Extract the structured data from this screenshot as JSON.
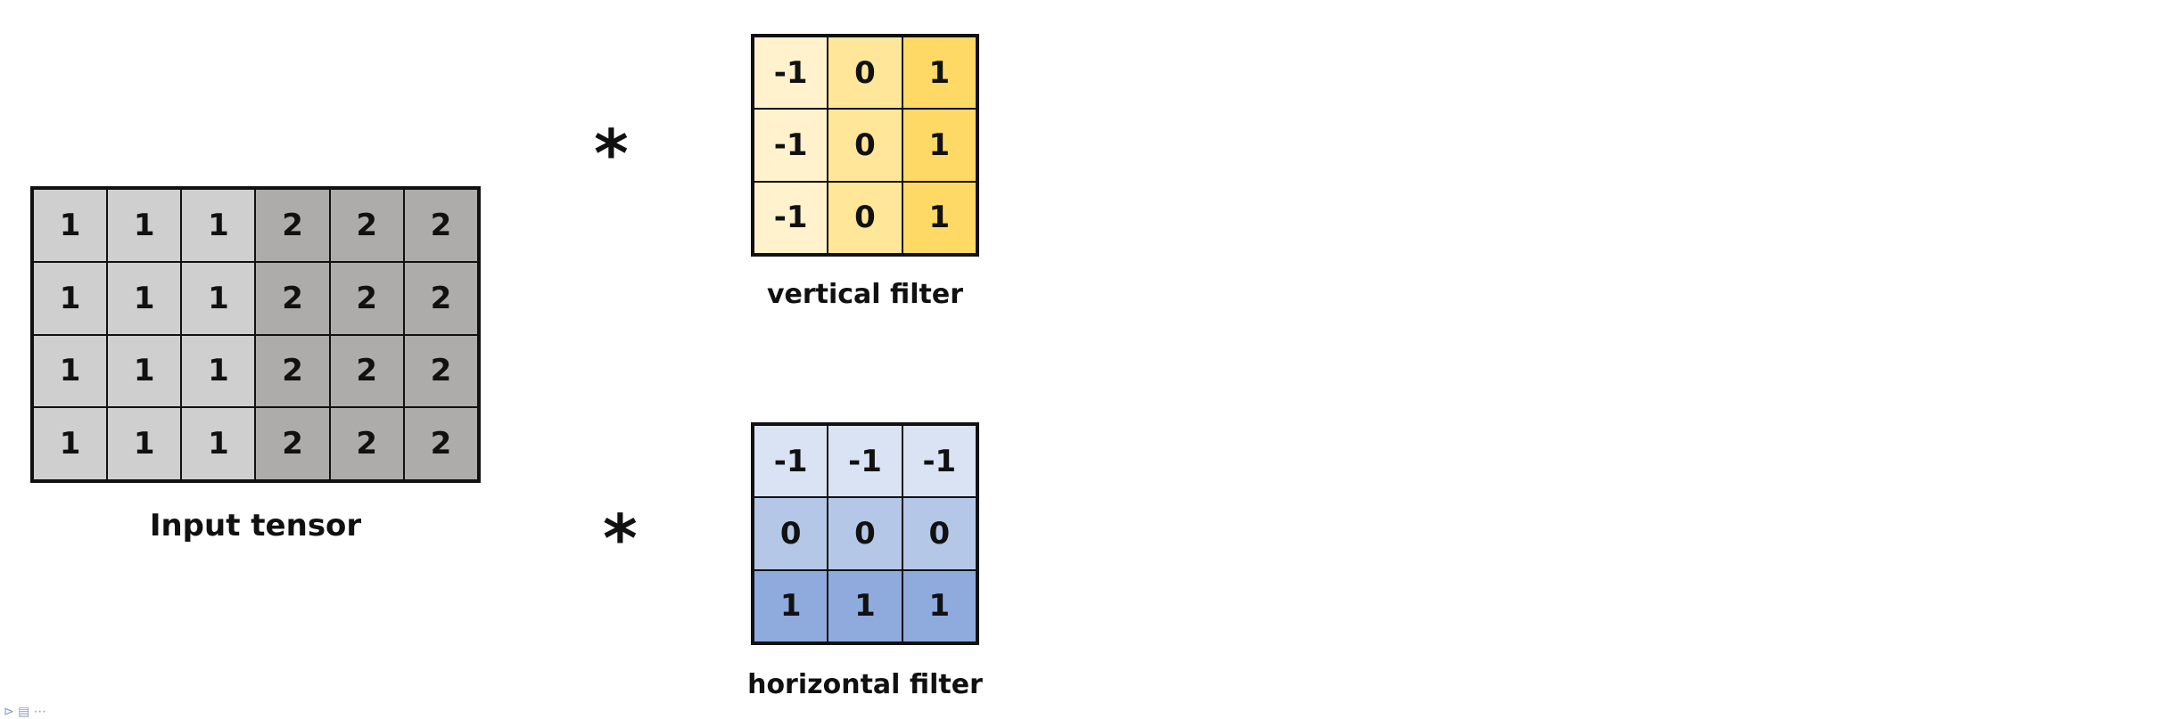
{
  "input_tensor": {
    "caption": "Input tensor",
    "rows": [
      [
        "1",
        "1",
        "1",
        "2",
        "2",
        "2"
      ],
      [
        "1",
        "1",
        "1",
        "2",
        "2",
        "2"
      ],
      [
        "1",
        "1",
        "1",
        "2",
        "2",
        "2"
      ],
      [
        "1",
        "1",
        "1",
        "2",
        "2",
        "2"
      ]
    ],
    "colors": {
      "1": "#d0cfcf",
      "2": "#aeacab"
    }
  },
  "vertical_filter": {
    "caption": "vertical filter",
    "operator": "*",
    "rows": [
      [
        "-1",
        "0",
        "1"
      ],
      [
        "-1",
        "0",
        "1"
      ],
      [
        "-1",
        "0",
        "1"
      ]
    ],
    "column_colors": [
      "#fff2cc",
      "#ffe699",
      "#ffd966"
    ]
  },
  "horizontal_filter": {
    "caption": "horizontal filter",
    "operator": "*",
    "rows": [
      [
        "-1",
        "-1",
        "-1"
      ],
      [
        "0",
        "0",
        "0"
      ],
      [
        "1",
        "1",
        "1"
      ]
    ],
    "row_colors": [
      "#dae3f3",
      "#b4c7e7",
      "#8faadc"
    ]
  },
  "corner_mark": "⊳ ▤ ⋯"
}
